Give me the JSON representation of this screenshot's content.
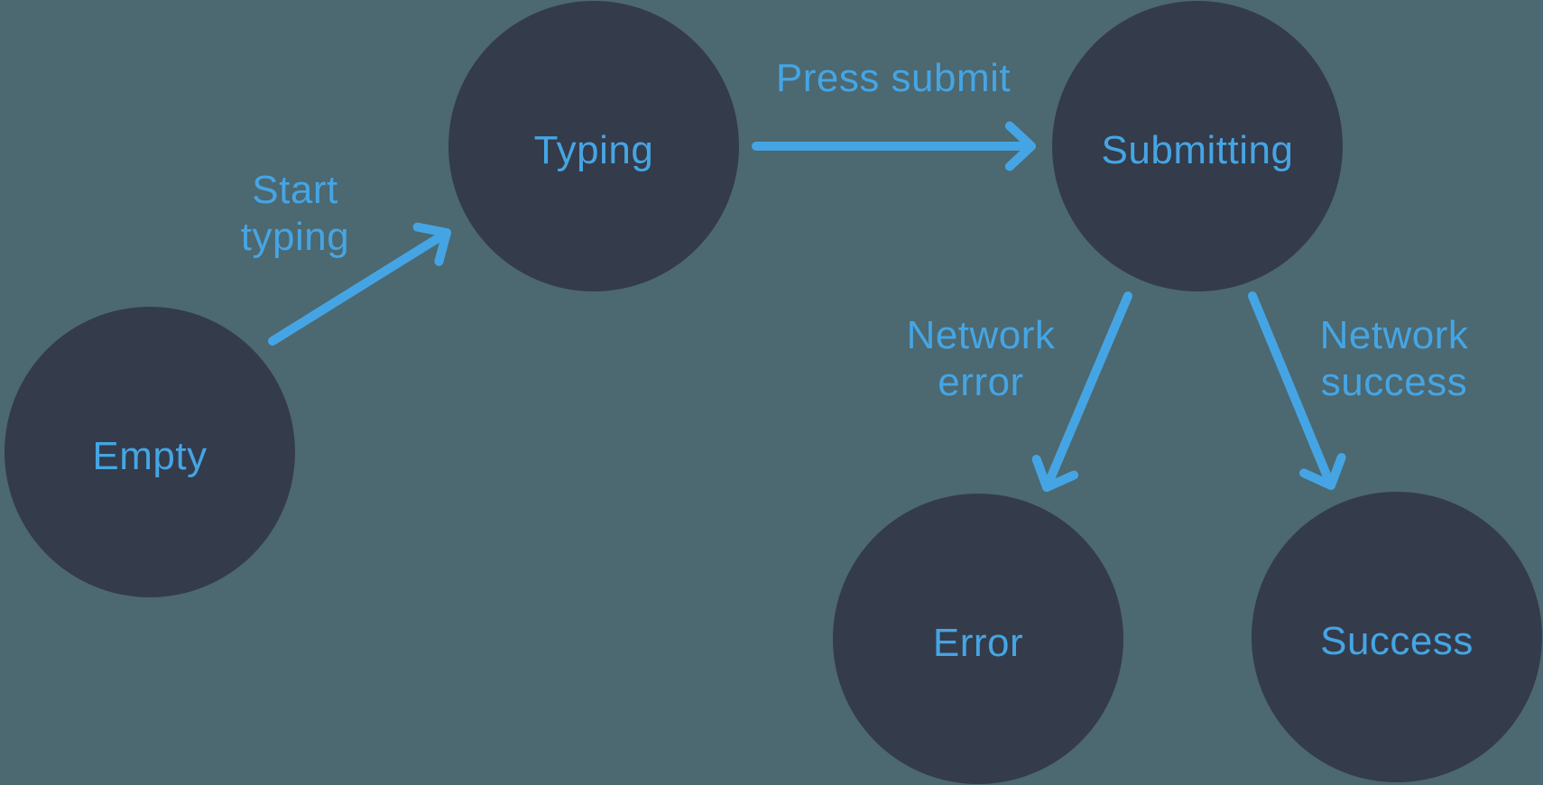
{
  "diagram": {
    "type": "state-machine",
    "colors": {
      "background": "#4C6870",
      "node_fill": "#343B4A",
      "accent_blue": "#45A5E4"
    },
    "states": [
      {
        "id": "empty",
        "label": "Empty"
      },
      {
        "id": "typing",
        "label": "Typing"
      },
      {
        "id": "submitting",
        "label": "Submitting"
      },
      {
        "id": "error",
        "label": "Error"
      },
      {
        "id": "success",
        "label": "Success"
      }
    ],
    "transitions": [
      {
        "id": "start-typing",
        "from": "empty",
        "to": "typing",
        "label": "Start typing",
        "label_lines": [
          "Start",
          "typing"
        ]
      },
      {
        "id": "press-submit",
        "from": "typing",
        "to": "submitting",
        "label": "Press submit",
        "label_lines": [
          "Press submit"
        ]
      },
      {
        "id": "network-error",
        "from": "submitting",
        "to": "error",
        "label": "Network error",
        "label_lines": [
          "Network",
          "error"
        ]
      },
      {
        "id": "network-success",
        "from": "submitting",
        "to": "success",
        "label": "Network success",
        "label_lines": [
          "Network",
          "success"
        ]
      }
    ]
  }
}
